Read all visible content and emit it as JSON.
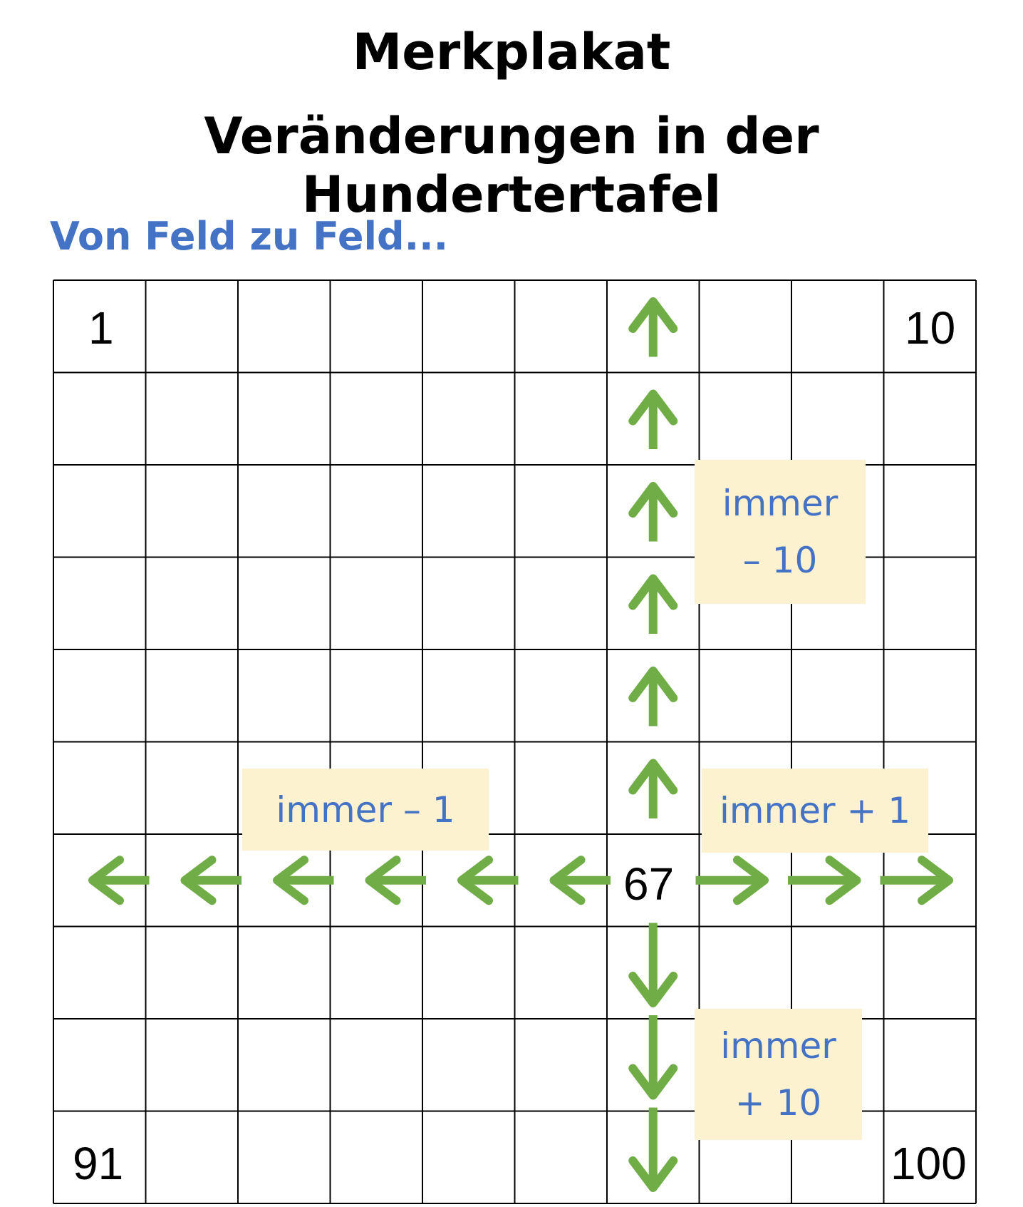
{
  "poster": {
    "title": "Merkplakat",
    "subtitle": "Veränderungen in der Hundertertafel",
    "section_heading": "Von Feld zu Feld..."
  },
  "grid": {
    "rows": 10,
    "cols": 10,
    "numbers": {
      "top_left": "1",
      "top_right": "10",
      "center": "67",
      "bottom_left": "91",
      "bottom_right": "100"
    }
  },
  "notes": {
    "up": {
      "line1": "immer",
      "line2": "– 10"
    },
    "left": {
      "line1": "immer – 1"
    },
    "right": {
      "line1": "immer + 1"
    },
    "down": {
      "line1": "immer",
      "line2": "+ 10"
    }
  },
  "colors": {
    "arrow": "#70ad47",
    "note_text": "#4472c4",
    "note_background": "#fdf2d0",
    "heading": "#4472c4"
  },
  "icons": [
    "arrow-up-icon",
    "arrow-down-icon",
    "arrow-left-icon",
    "arrow-right-icon"
  ]
}
